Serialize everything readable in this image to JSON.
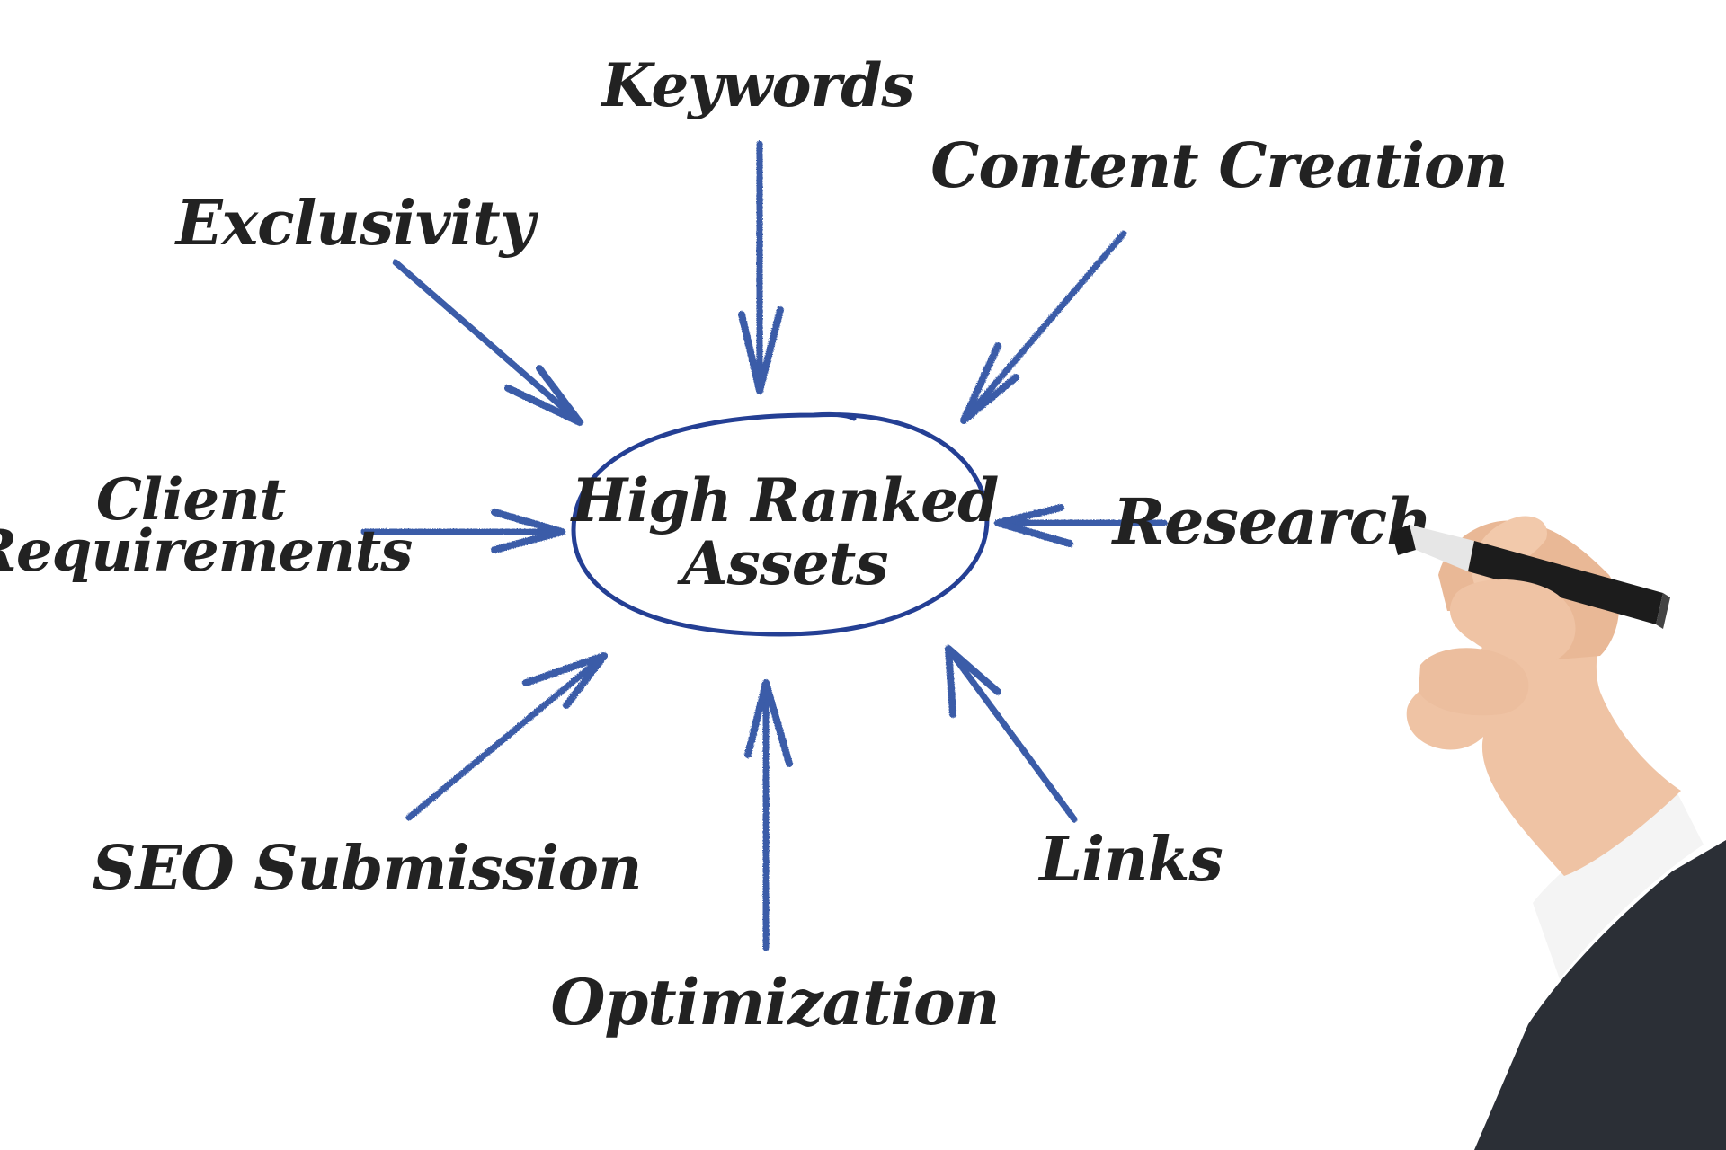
{
  "center": {
    "line1": "High Ranked",
    "line2": "Assets"
  },
  "nodes": {
    "keywords": "Keywords",
    "content_creation": "Content Creation",
    "exclusivity": "Exclusivity",
    "client_line1": "Client",
    "client_line2": "Requirements",
    "research": "Research",
    "seo_submission": "SEO Submission",
    "links": "Links",
    "optimization": "Optimization"
  },
  "colors": {
    "ink": "#222222",
    "arrow": "#3a5ca8",
    "ellipse": "#243f94",
    "skin": "#efc3a4",
    "sleeve": "#2b2f36",
    "cuff": "#f4f4f4",
    "marker_body": "#1c1c1c",
    "marker_band": "#e6e6e6"
  },
  "icons": {
    "hand": "hand-holding-marker-icon",
    "marker": "marker-pen-icon"
  }
}
